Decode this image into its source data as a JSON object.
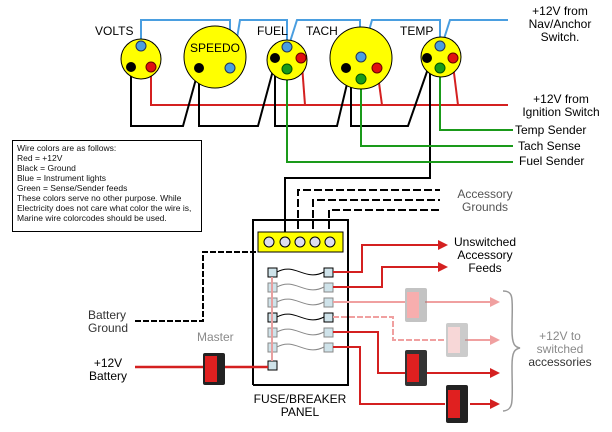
{
  "gauges": [
    {
      "label": "VOLTS"
    },
    {
      "label": "SPEEDO"
    },
    {
      "label": "FUEL"
    },
    {
      "label": "TACH"
    },
    {
      "label": "TEMP"
    }
  ],
  "labels": {
    "nav_anchor": [
      "+12V from",
      "Nav/Anchor",
      "Switch."
    ],
    "ignition": [
      "+12V from",
      "Ignition Switch"
    ],
    "temp_sender": "Temp Sender",
    "tach_sense": "Tach Sense",
    "fuel_sender": "Fuel Sender",
    "accessory_grounds": [
      "Accessory",
      "Grounds"
    ],
    "unswitched_feeds": [
      "Unswitched",
      "Accessory",
      "Feeds"
    ],
    "battery_ground": [
      "Battery",
      "Ground"
    ],
    "master": "Master",
    "battery_12v": [
      "+12V",
      "Battery"
    ],
    "panel": [
      "FUSE/BREAKER",
      "PANEL"
    ],
    "switched_accessories": [
      "+12V to",
      "switched",
      "accessories"
    ]
  },
  "legend": [
    "Wire colors are as follows:",
    "Red = +12V",
    "Black = Ground",
    "Blue = Instrument lights",
    "Green = Sense/Sender feeds",
    "These colors serve no other purpose. While",
    "Electricity does not care what color the wire is,",
    "Marine wire colorcodes should be used."
  ],
  "colors": {
    "red": "#d42020",
    "black": "#000000",
    "blue": "#4a9ee0",
    "green": "#1a9a1a",
    "gauge": "#ffff00",
    "faded_red": "#f0a0a0"
  }
}
